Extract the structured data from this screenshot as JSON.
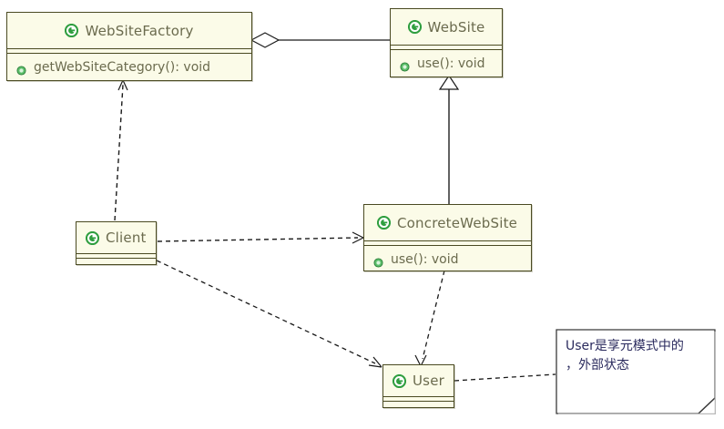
{
  "diagram": {
    "type": "uml-class-diagram",
    "title": "Flyweight Pattern Class Diagram",
    "background_color": "#ffffff",
    "class_fill_color": "#fbfbe8",
    "class_border_color": "#4a4a22",
    "class_text_color": "#6b6b4e",
    "icon_color": "#2f9e3f",
    "note_text_color": "#2b2b5e"
  },
  "classes": {
    "websitefactory": {
      "name": "WebSiteFactory",
      "icon": "class-icon",
      "members": [
        {
          "name": "getWebSiteCategory(): void",
          "visibility_icon": "public-member-icon"
        }
      ]
    },
    "website": {
      "name": "WebSite",
      "icon": "class-icon",
      "members": [
        {
          "name": "use(): void",
          "visibility_icon": "public-member-icon"
        }
      ]
    },
    "concretewebsite": {
      "name": "ConcreteWebSite",
      "icon": "class-icon",
      "members": [
        {
          "name": "use(): void",
          "visibility_icon": "public-member-icon"
        }
      ]
    },
    "client": {
      "name": "Client",
      "icon": "class-icon",
      "members": []
    },
    "user": {
      "name": "User",
      "icon": "class-icon",
      "members": []
    }
  },
  "note": {
    "text": "User是享元模式中的\n，外部状态"
  },
  "relationships": [
    {
      "name": "aggregation-factory-website",
      "from": "WebSiteFactory",
      "to": "WebSite",
      "kind": "aggregation"
    },
    {
      "name": "generalization-concretewebsite-website",
      "from": "ConcreteWebSite",
      "to": "WebSite",
      "kind": "generalization"
    },
    {
      "name": "dependency-client-factory",
      "from": "Client",
      "to": "WebSiteFactory",
      "kind": "dependency"
    },
    {
      "name": "dependency-client-concretewebsite",
      "from": "Client",
      "to": "ConcreteWebSite",
      "kind": "dependency"
    },
    {
      "name": "dependency-client-user",
      "from": "Client",
      "to": "User",
      "kind": "dependency"
    },
    {
      "name": "dependency-concretewebsite-user",
      "from": "ConcreteWebSite",
      "to": "User",
      "kind": "dependency"
    },
    {
      "name": "note-anchor-user",
      "from": "Note",
      "to": "User",
      "kind": "note-link"
    }
  ]
}
